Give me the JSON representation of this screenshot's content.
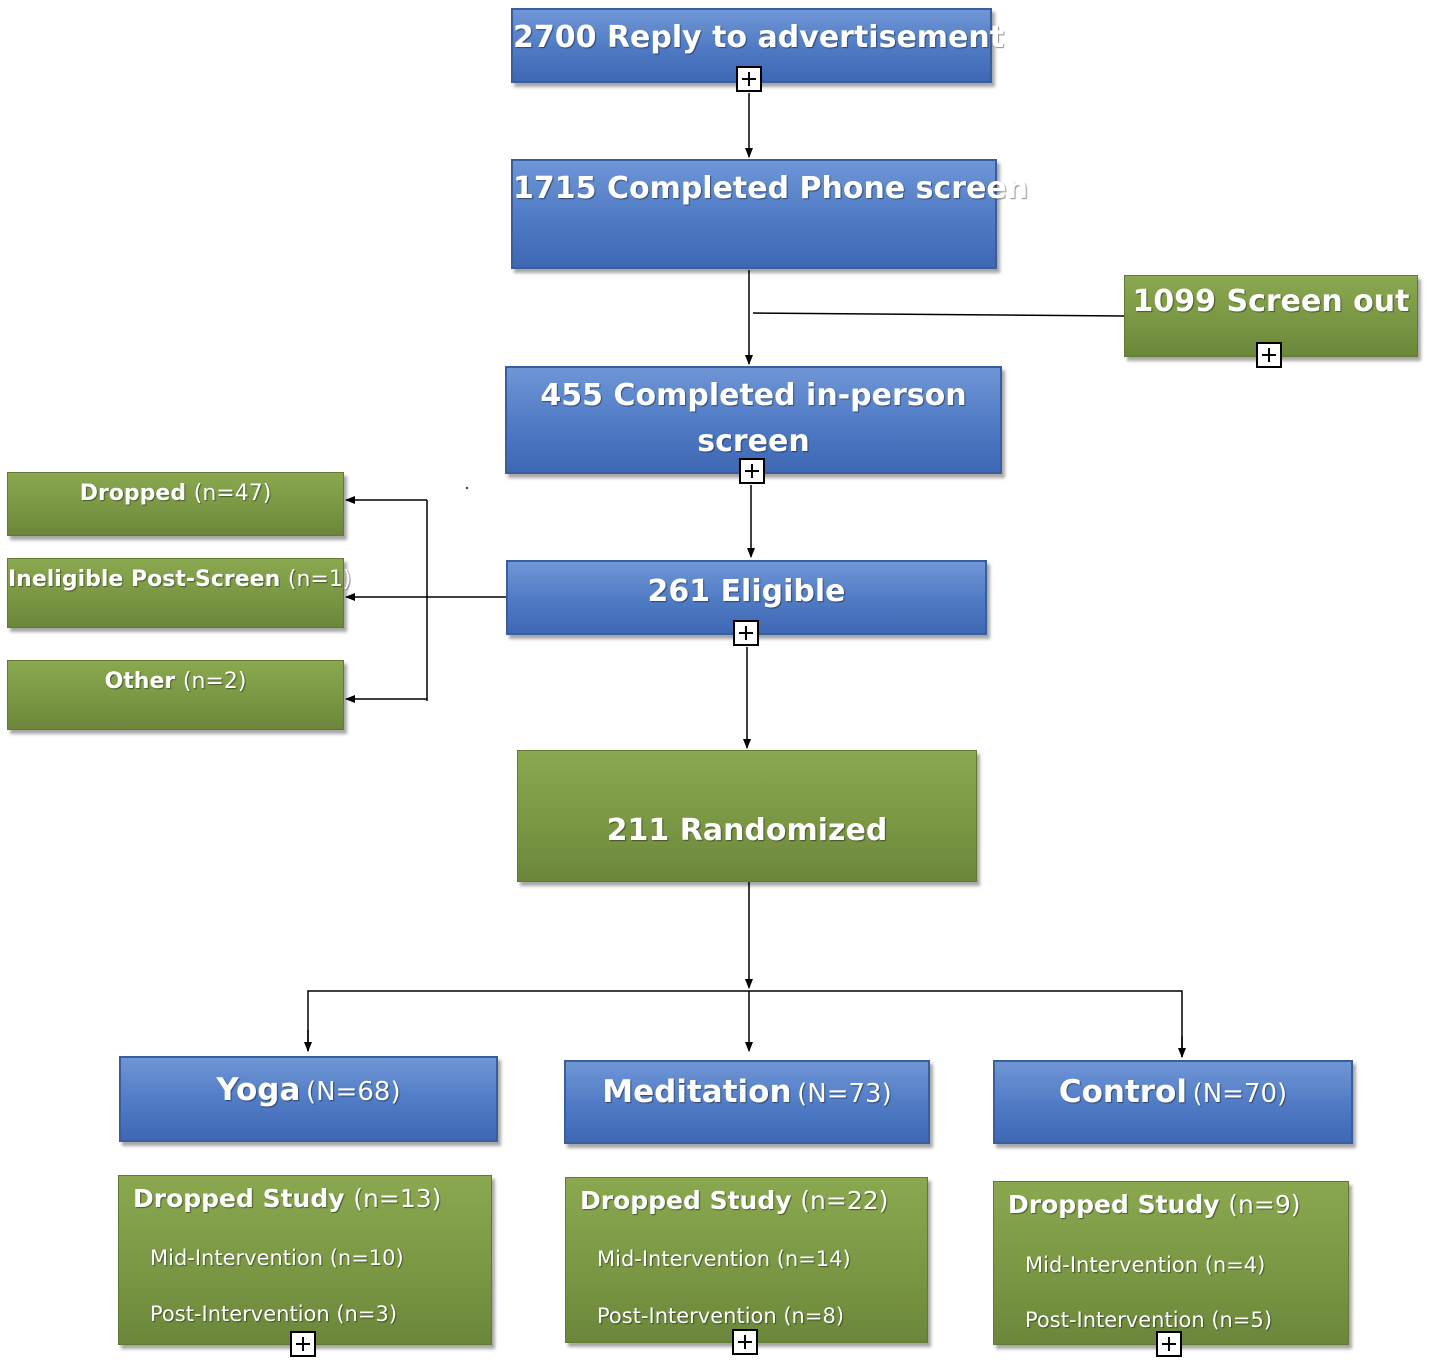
{
  "nodes": {
    "reply": "2700 Reply to advertisement",
    "phone": "1715 Completed Phone screen",
    "screen_out": "1099 Screen out",
    "in_person_line1": "455 Completed in-person",
    "in_person_line2": "screen",
    "dropped": {
      "label": "Dropped",
      "count": "(n=47)"
    },
    "ineligible": {
      "label": "Ineligible Post-Screen",
      "count": "(n=1)"
    },
    "other": {
      "label": "Other",
      "count": "(n=2)"
    },
    "eligible": "261 Eligible",
    "randomized": "211 Randomized"
  },
  "arms": [
    {
      "name": "Yoga",
      "count": "(N=68)",
      "dropped_label": "Dropped Study",
      "dropped_count": "(n=13)",
      "mid": "Mid-Intervention (n=10)",
      "post": "Post-Intervention (n=3)"
    },
    {
      "name": "Meditation",
      "count": "(N=73)",
      "dropped_label": "Dropped Study",
      "dropped_count": "(n=22)",
      "mid": "Mid-Intervention (n=14)",
      "post": "Post-Intervention (n=8)"
    },
    {
      "name": "Control",
      "count": "(N=70)",
      "dropped_label": "Dropped Study",
      "dropped_count": "(n=9)",
      "mid": "Mid-Intervention (n=4)",
      "post": "Post-Intervention (n=5)"
    }
  ],
  "colors": {
    "blue_box": "#4f7ac4",
    "green_box": "#7a9844",
    "connector": "#000000"
  }
}
